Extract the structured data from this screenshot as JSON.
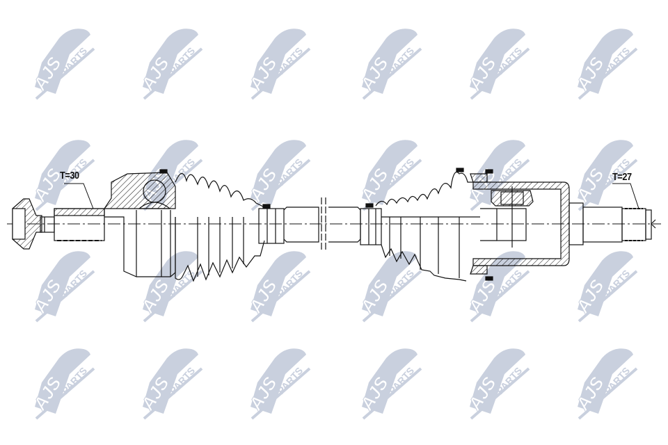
{
  "drawing": {
    "subject": "Drive shaft (CV axle) technical drawing",
    "left_spline_label": "T=30",
    "right_spline_label": "T=27",
    "line_color": "#111111",
    "background_color": "#ffffff"
  },
  "watermark": {
    "brand": "AJS",
    "sub": "PARTS",
    "color": "#c9d0de",
    "columns": [
      40,
      195,
      350,
      510,
      665,
      820
    ],
    "rows": [
      30,
      190,
      350,
      490
    ]
  }
}
